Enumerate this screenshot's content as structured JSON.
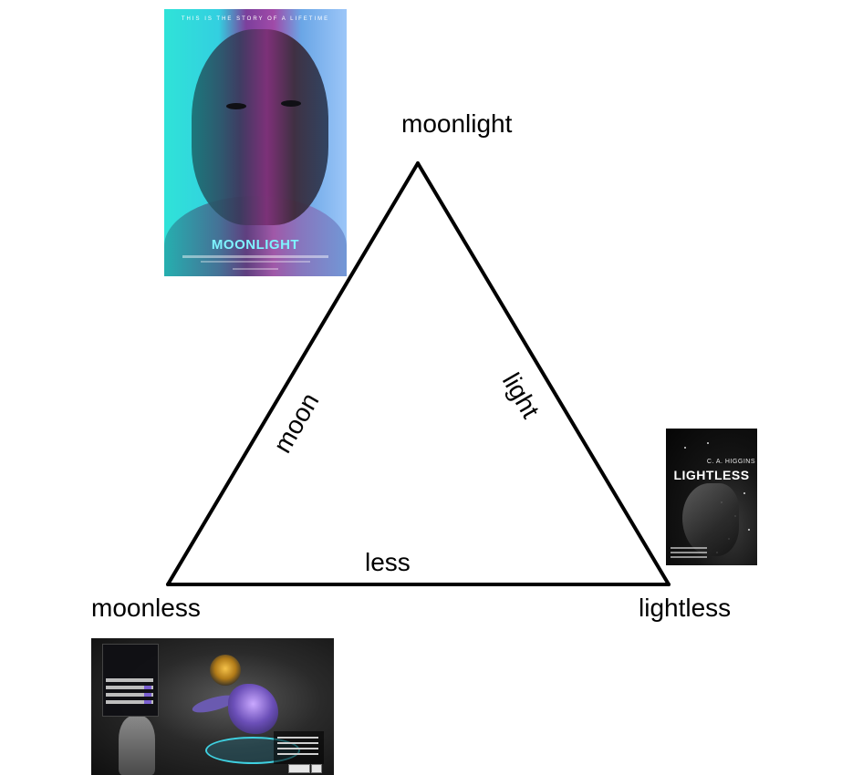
{
  "vertices": {
    "top": "moonlight",
    "bottom_left": "moonless",
    "bottom_right": "lightless"
  },
  "edges": {
    "left": "moon",
    "right": "light",
    "bottom": "less"
  },
  "images": {
    "moonlight_poster": {
      "tagline": "THIS IS THE STORY OF A LIFETIME",
      "title": "MOONLIGHT"
    },
    "lightless_cover": {
      "author": "C. A. HIGGINS",
      "title": "LIGHTLESS"
    },
    "game_screenshot": {}
  },
  "colors": {
    "line": "#000000",
    "background": "#ffffff"
  }
}
